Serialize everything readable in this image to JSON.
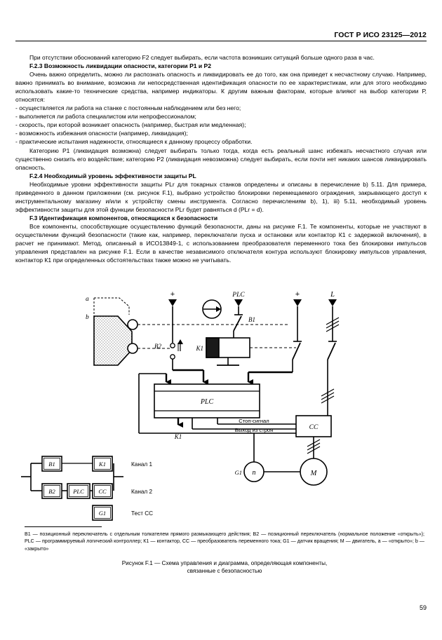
{
  "header": {
    "standard_title": "ГОСТ Р ИСО 23125—2012"
  },
  "body": {
    "paragraphs": [
      {
        "id": "p-f2-2-tail",
        "kind": "indent",
        "text": "При отсутствии обоснований категорию F2 следует выбирать, если частота возникших ситуаций больше одного раза в час."
      },
      {
        "id": "h-f2-3",
        "kind": "heading",
        "text": "F.2.3 Возможность ликвидации опасности, категории Р1 и Р2"
      },
      {
        "id": "p-f2-3",
        "kind": "indent",
        "text": "Очень важно  определить,  можно ли распознать опасность и ликвидировать ее до того, как она приведет к несчастному случаю. Например, важно принимать во внимание, возможна ли непосредственная идентификация опасности по ее характеристикам, или для этого необходимо использовать какие-то технические средства, например индикаторы. К другим важным факторам, которые влияют на выбор категории Р, относятся:"
      },
      {
        "id": "li-1",
        "kind": "list",
        "text": "- осуществляется ли работа на станке с постоянным наблюдением или без него;"
      },
      {
        "id": "li-2",
        "kind": "list",
        "text": "- выполняется ли работа специалистом или непрофессионалом;"
      },
      {
        "id": "li-3",
        "kind": "list",
        "text": "- скорость, при которой возникает опасность (например, быстрая или медленная);"
      },
      {
        "id": "li-4",
        "kind": "list",
        "text": "- возможность избежания опасности (например, ликвидация);"
      },
      {
        "id": "li-5",
        "kind": "list",
        "text": "- практические испытания надежности, относящиеся к данному процессу обработки."
      },
      {
        "id": "p-p1",
        "kind": "indent",
        "text": "Категорию Р1 (ликвидация возможна) следует выбирать только тогда, когда есть реальный шанс избежать несчастного случая или существенно снизить его воздействие; категорию Р2 (ликвидация невозможна) следует выбирать, если почти нет никаких шансов ликвидировать опасность."
      },
      {
        "id": "h-f2-4",
        "kind": "heading",
        "text": "F.2.4 Необходимый уровень эффективности защиты  PL"
      },
      {
        "id": "p-f2-4",
        "kind": "indent",
        "text": "Необходимые уровни эффективности защиты PLr  для токарных станков определены и описаны в перечисление b) 5.11. Для примера, приведенного в данном приложении (см. рисунок F.1), выбрано устройство блокировки перемещаемого ограждения, закрывающего доступ к инструментальному магазину и/или к устройству смены инструмента. Согласно перечислениям b), 1), iii)  5.11, необходимый уровень эффективности защиты для этой функции безопасности  PLr  будет равняться d (PLr = d)."
      },
      {
        "id": "h-f3",
        "kind": "heading",
        "text": "F.3 Идентификация компонентов, относящихся к безопасности"
      },
      {
        "id": "p-f3",
        "kind": "indent",
        "text": "Все компоненты, способствующие осуществлению функций безопасности, даны на рисунке F.1. Те компоненты, которые не участвуют в осуществлении функций безопасности (такие как, например, переключатели пуска и остановки или контактор К1 с задержкой включения), в расчет не принимают. Метод, описанный в  ИСО13849-1, с  использованием преобразователя переменного тока без блокировки импульсов управления представлен на рисунке F.1. Если в качестве независимого отключателя контура используют блокировку  импульсов управления, контактор К1 при определенных обстоятельствах также можно не учитывать."
      }
    ]
  },
  "figure": {
    "guard": {
      "label_a": "a",
      "label_b": "b"
    },
    "terminals": {
      "supply_plus_left": "+",
      "plc_feed": "PLC",
      "supply_plus_right": "+",
      "mains_line": "L"
    },
    "components": {
      "b2_label": "B2",
      "b1_label": "B1",
      "k1_coil_label": "K1",
      "plc_block_label": "PLC",
      "k1_output_label": "K1",
      "cc_block_label": "CC",
      "encoder_label": "n",
      "encoder_ref": "G1",
      "motor_label": "M"
    },
    "signals": {
      "stop_signal": "Стоп-сигнал",
      "fault_signal": "Выход из строя"
    },
    "channel_diagram": {
      "channel1": {
        "label": "Канал 1",
        "blocks": [
          "B1",
          "K1"
        ]
      },
      "channel2": {
        "label": "Канал 2",
        "blocks": [
          "B2",
          "PLC",
          "CC"
        ]
      },
      "test": {
        "label": "Тест CC",
        "blocks": [
          "G1"
        ]
      }
    }
  },
  "legend": {
    "lines": [
      "B1 —  позиционный переключатель с отдельным толкателем прямого размыкающего действия; B2 —  позиционный переключатель (нормальное положение «открыть»);  PLC — программируемый логический контроллер; К1 —  контактор, CC — преобразователь переменного тока; G1 — датчик вращения; М —  двигатель, a —  «открыто»; b — «закрыто»"
    ]
  },
  "caption": {
    "line1": "Рисунок F.1 — Схема управления и диаграмма, определяющая компоненты,",
    "line2": "связанные с безопасностью"
  },
  "footer": {
    "page_number": "59"
  },
  "colors": {
    "ink": "#000000",
    "paper": "#ffffff",
    "hatch": "#8a8a8a"
  }
}
